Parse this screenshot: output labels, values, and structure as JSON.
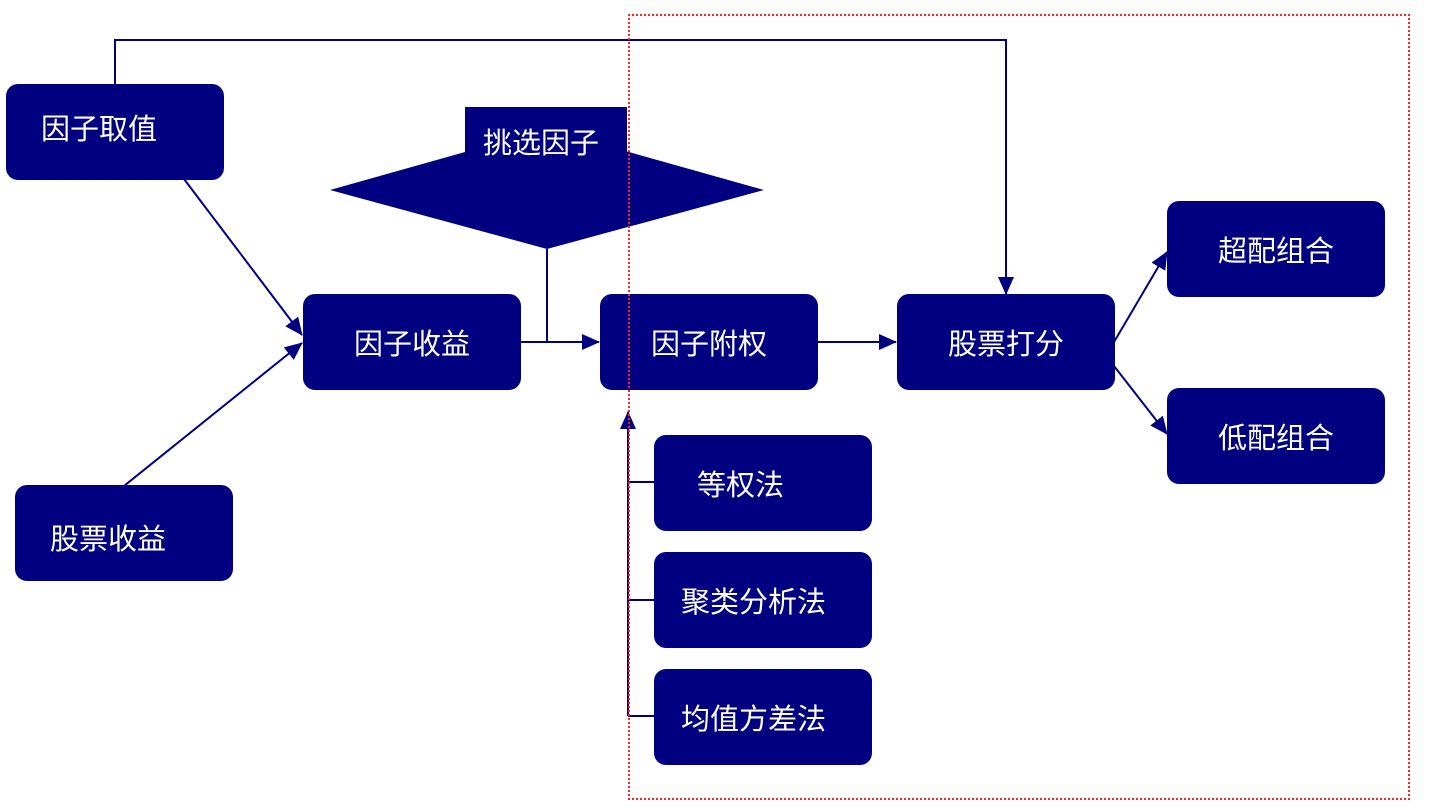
{
  "diagram": {
    "colors": {
      "node_fill": "#000080",
      "node_text": "#ffffff",
      "connector": "#000080",
      "highlight_frame": "#ff2020"
    },
    "nodes": {
      "factor_value": "因子取值",
      "stock_return": "股票收益",
      "factor_return": "因子收益",
      "select_factor": "挑选因子",
      "factor_weighting": "因子附权",
      "stock_scoring": "股票打分",
      "overweight_portfolio": "超配组合",
      "underweight_portfolio": "低配组合",
      "equal_weight_method": "等权法",
      "cluster_analysis_method": "聚类分析法",
      "mean_variance_method": "均值方差法"
    },
    "edges": [
      {
        "from": "factor_value",
        "to": "factor_return"
      },
      {
        "from": "stock_return",
        "to": "factor_return"
      },
      {
        "from": "factor_return",
        "to": "factor_weighting"
      },
      {
        "from": "select_factor",
        "to": "factor_weighting"
      },
      {
        "from": "factor_value",
        "to": "stock_scoring"
      },
      {
        "from": "factor_weighting",
        "to": "stock_scoring"
      },
      {
        "from": "stock_scoring",
        "to": "overweight_portfolio"
      },
      {
        "from": "stock_scoring",
        "to": "underweight_portfolio"
      },
      {
        "from": "equal_weight_method",
        "to": "factor_weighting"
      },
      {
        "from": "cluster_analysis_method",
        "to": "factor_weighting"
      },
      {
        "from": "mean_variance_method",
        "to": "factor_weighting"
      }
    ]
  }
}
